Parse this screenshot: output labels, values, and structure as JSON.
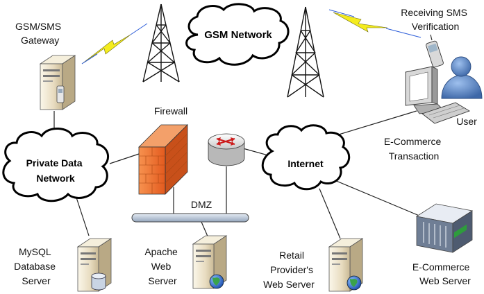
{
  "labels": {
    "gsm_gateway": [
      "GSM/SMS",
      "Gateway"
    ],
    "gsm_network": "GSM Network",
    "receiving_sms": [
      "Receiving SMS",
      "Verification"
    ],
    "user": "User",
    "firewall": "Firewall",
    "private_network": [
      "Private Data",
      "Network"
    ],
    "internet": "Internet",
    "dmz": "DMZ",
    "ecommerce_transaction": [
      "E-Commerce",
      "Transaction"
    ],
    "mysql_server": [
      "MySQL",
      "Database",
      "Server"
    ],
    "apache_server": [
      "Apache",
      "Web",
      "Server"
    ],
    "retail_server": [
      "Retail",
      "Provider's",
      "Web Server"
    ],
    "ecommerce_server": [
      "E-Commerce",
      "Web Server"
    ]
  },
  "colors": {
    "firewall": "#f06a2a",
    "lightning": "#f4ec1e",
    "bus": "#b9c7d9",
    "server_body": "#ece3cc",
    "router": "#cc1a1a",
    "globe": "#2a6bd6",
    "user": "#5b86c4"
  }
}
